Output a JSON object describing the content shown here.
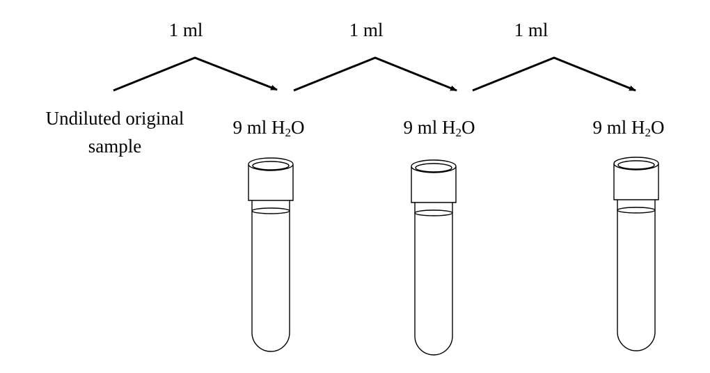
{
  "diagram": {
    "original_sample": {
      "line1": "Undiluted original",
      "line2": "sample"
    },
    "transfers": [
      {
        "amount": "1 ml"
      },
      {
        "amount": "1 ml"
      },
      {
        "amount": "1 ml"
      }
    ],
    "tubes": [
      {
        "solvent_prefix": "9 ml H",
        "solvent_sub": "2",
        "solvent_suffix": "O"
      },
      {
        "solvent_prefix": "9 ml H",
        "solvent_sub": "2",
        "solvent_suffix": "O"
      },
      {
        "solvent_prefix": "9 ml H",
        "solvent_sub": "2",
        "solvent_suffix": "O"
      }
    ],
    "line_color": "#000000"
  }
}
